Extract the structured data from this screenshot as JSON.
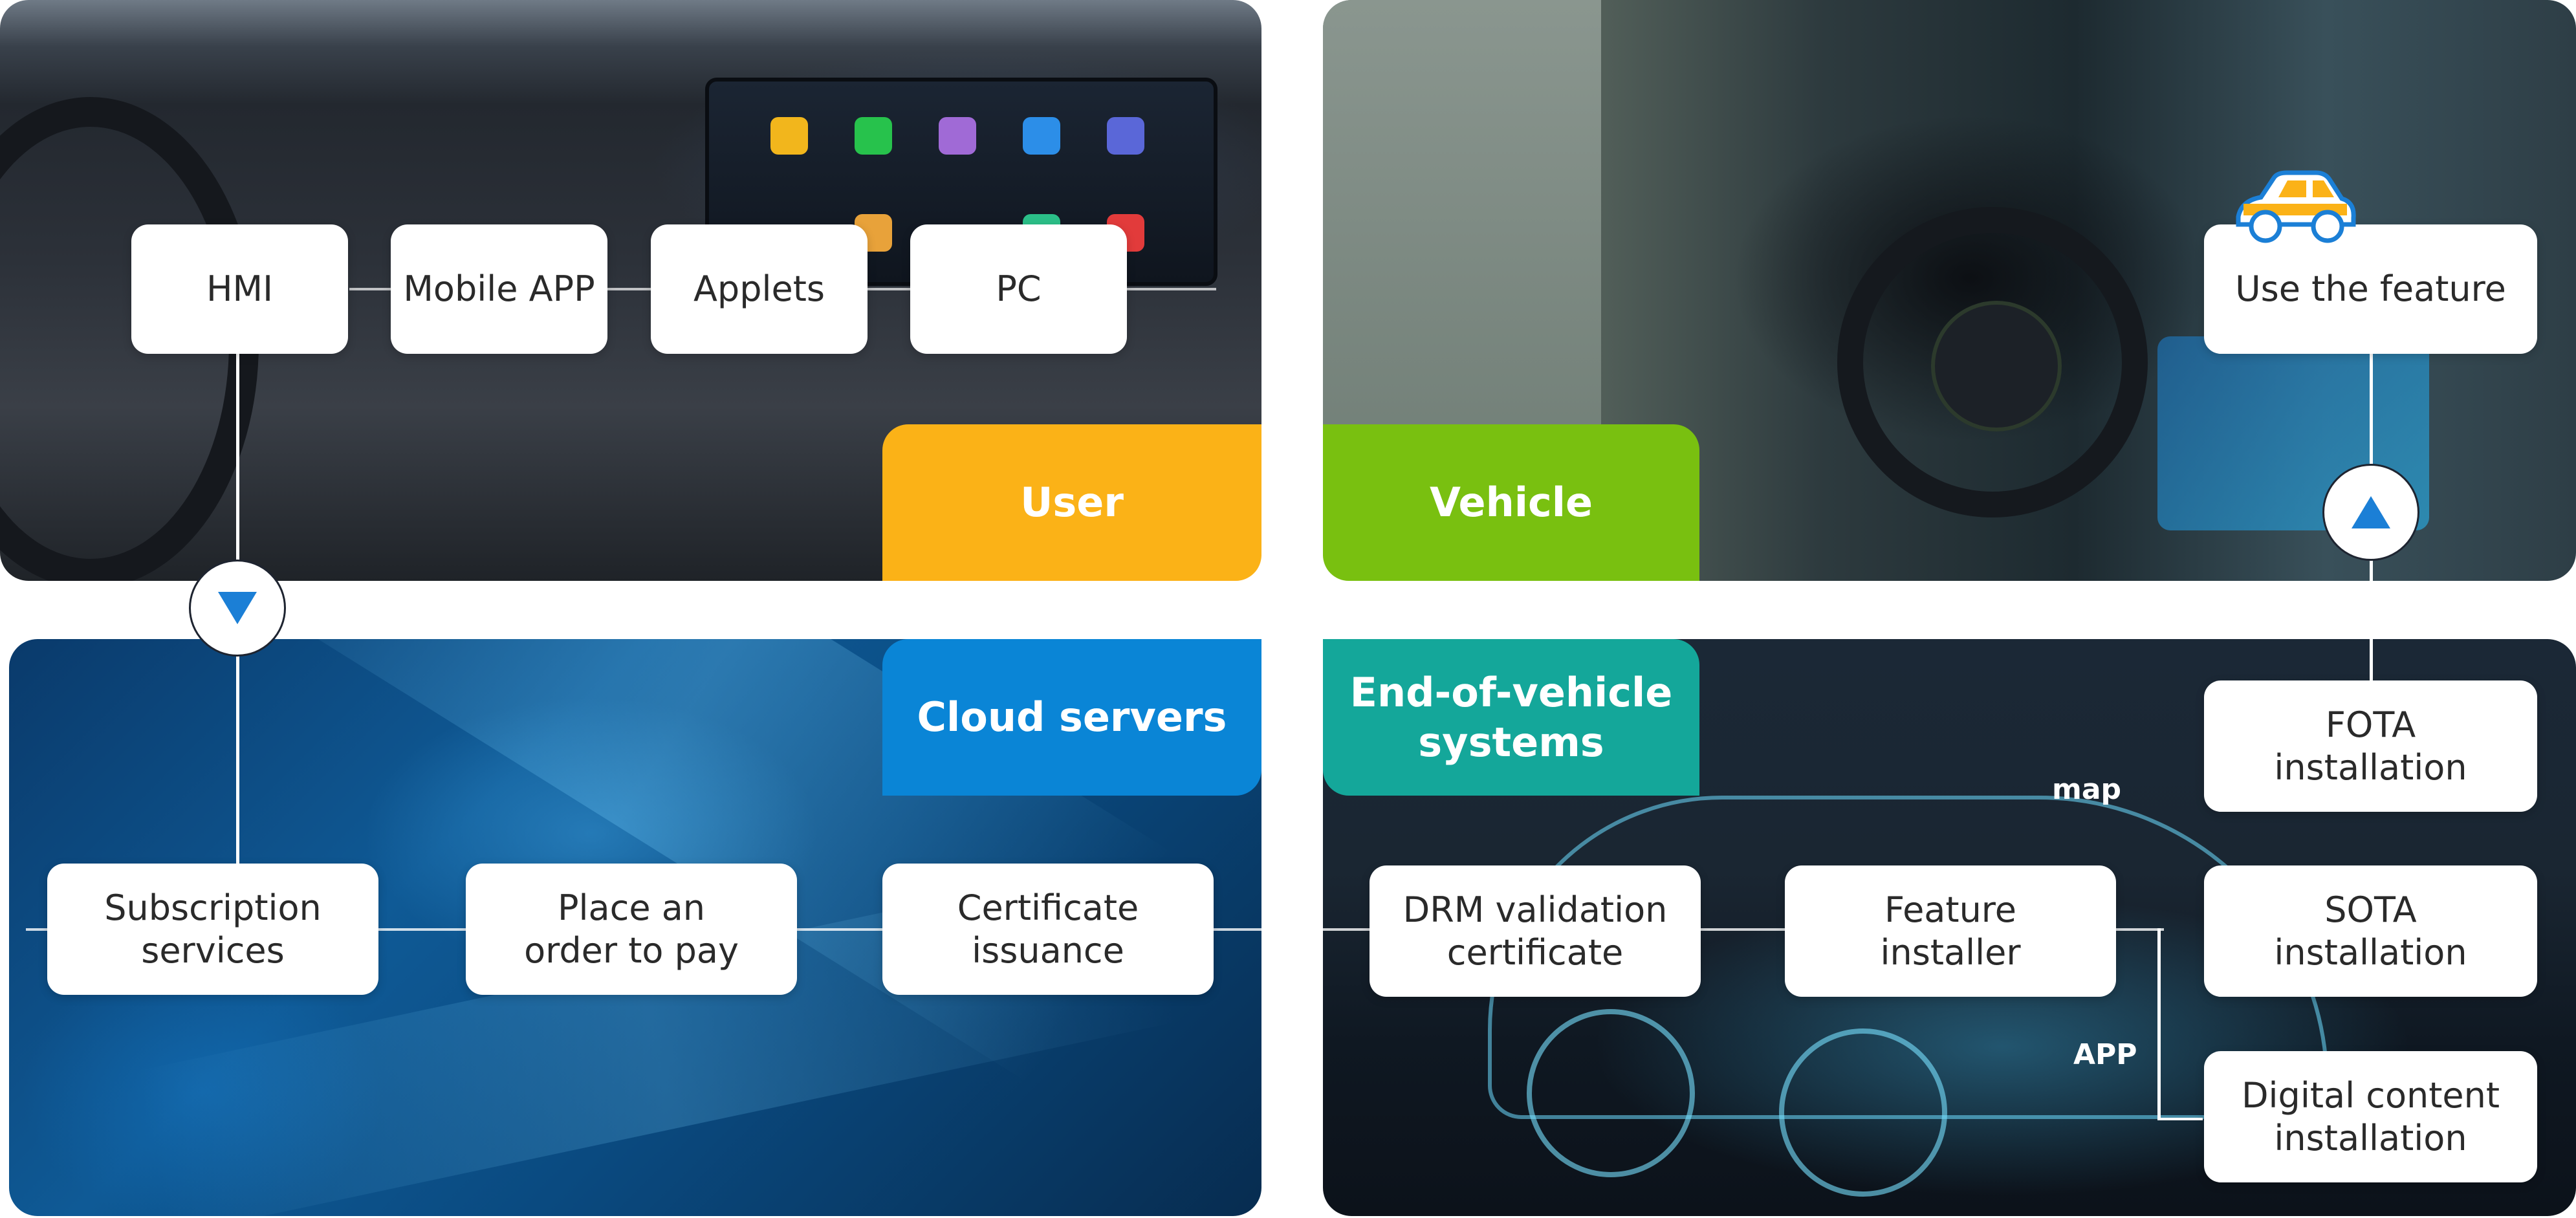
{
  "quadrants": {
    "user": {
      "label": "User",
      "items": [
        "HMI",
        "Mobile APP",
        "Applets",
        "PC"
      ]
    },
    "vehicle": {
      "label": "Vehicle",
      "item": "Use the feature"
    },
    "cloud": {
      "label": "Cloud servers",
      "items": [
        "Subscription services",
        "Place an order to pay",
        "Certificate issuance"
      ]
    },
    "end": {
      "label": "End-of-vehicle systems",
      "items": [
        "DRM validation certificate",
        "Feature installer",
        "FOTA installation",
        "SOTA installation",
        "Digital content installation"
      ],
      "tags": [
        "map",
        "APP"
      ]
    }
  },
  "colors": {
    "user": "#fbb217",
    "vehicle": "#79c010",
    "cloud": "#0a85d6",
    "end": "#14a79a",
    "arrow": "#1b7fd6"
  },
  "icons": [
    "triangle-down-icon",
    "triangle-up-icon",
    "car-icon"
  ]
}
